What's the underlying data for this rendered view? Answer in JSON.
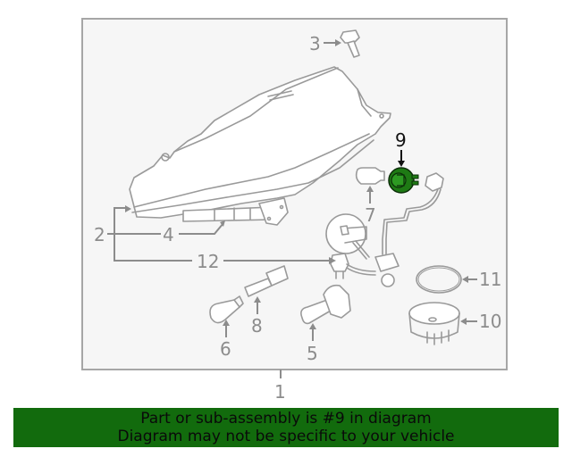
{
  "diagram": {
    "title": "Headlamp assembly parts diagram",
    "highlight_color": "#1e7a14",
    "callouts": [
      {
        "id": "1",
        "label": "1"
      },
      {
        "id": "2",
        "label": "2"
      },
      {
        "id": "3",
        "label": "3"
      },
      {
        "id": "4",
        "label": "4"
      },
      {
        "id": "5",
        "label": "5"
      },
      {
        "id": "6",
        "label": "6"
      },
      {
        "id": "7",
        "label": "7"
      },
      {
        "id": "8",
        "label": "8"
      },
      {
        "id": "9",
        "label": "9",
        "highlighted": true
      },
      {
        "id": "10",
        "label": "10"
      },
      {
        "id": "11",
        "label": "11"
      },
      {
        "id": "12",
        "label": "12"
      }
    ]
  },
  "banner": {
    "line1": "Part or sub-assembly is #9 in diagram",
    "line2": "Diagram may not be specific to your vehicle",
    "background": "#126b0d"
  }
}
